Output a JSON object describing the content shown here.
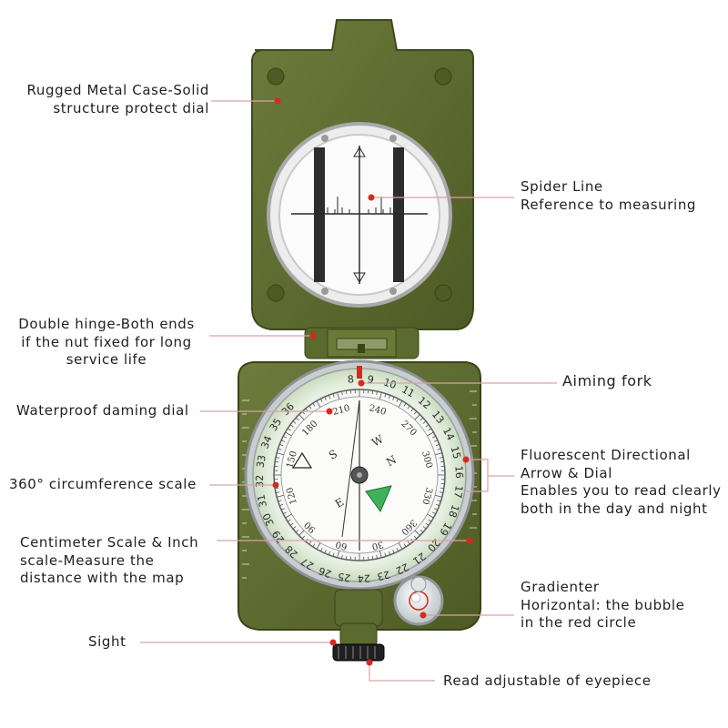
{
  "annotations": {
    "case": {
      "lines": [
        "Rugged Metal Case-Solid",
        "structure protect dial"
      ]
    },
    "spider_line": {
      "lines": [
        "Spider Line",
        "Reference to measuring"
      ]
    },
    "hinge": {
      "lines": [
        "Double hinge-Both ends",
        "if the nut fixed for long",
        "service life"
      ]
    },
    "aiming_fork": {
      "lines": [
        "Aiming fork"
      ]
    },
    "waterproof_dial": {
      "lines": [
        "Waterproof daming dial"
      ]
    },
    "fluorescent": {
      "lines": [
        "Fluorescent Directional",
        "Arrow & Dial",
        "Enables you to read clearly",
        "both in the day and night"
      ]
    },
    "scale_360": {
      "lines": [
        "360° circumference scale"
      ]
    },
    "centimeter": {
      "lines": [
        "Centimeter Scale & Inch",
        "scale-Measure the",
        "distance with the map"
      ]
    },
    "gradienter": {
      "lines": [
        "Gradienter",
        "Horizontal: the bubble",
        "in the red circle"
      ]
    },
    "sight": {
      "lines": [
        "Sight"
      ]
    },
    "eyepiece": {
      "lines": [
        "Read adjustable of eyepiece"
      ]
    }
  },
  "dial": {
    "outer_ring_numbers": [
      "8",
      "9",
      "10",
      "11",
      "12",
      "13",
      "14",
      "15",
      "16",
      "17",
      "18",
      "19",
      "20",
      "21",
      "22",
      "23",
      "24",
      "25",
      "26",
      "27",
      "28",
      "29",
      "30",
      "31",
      "32",
      "33",
      "34",
      "35",
      "36"
    ],
    "inner_numbers": [
      "210",
      "240",
      "270",
      "300",
      "330",
      "360",
      "30",
      "60",
      "90",
      "120",
      "150",
      "180"
    ],
    "cardinal": [
      "S",
      "N",
      "E",
      "W"
    ]
  },
  "colors": {
    "case_green": "#5f6e35",
    "case_dark": "#46521f",
    "dial_glow": "#d9ecd0",
    "leader_line": "#d8a3a3",
    "red_mark": "#d42a1e"
  }
}
